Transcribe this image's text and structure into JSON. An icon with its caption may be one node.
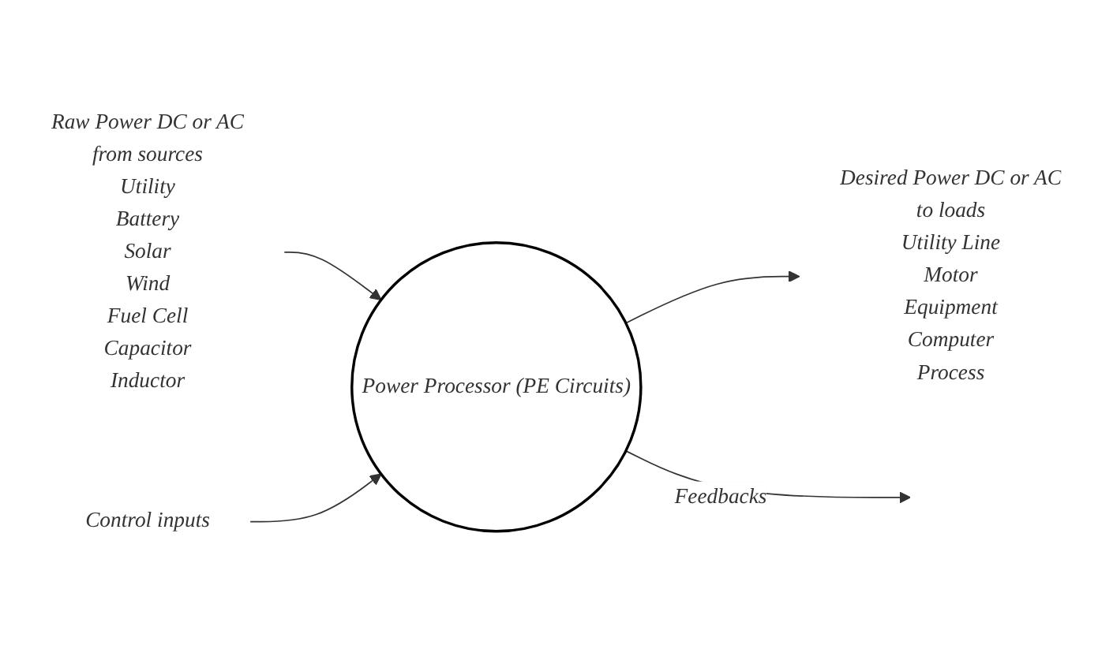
{
  "diagram": {
    "nodes": [
      {
        "text": [
          "Power Processor (PE Circuits)"
        ]
      },
      {
        "text": [
          "Raw Power DC or AC",
          "from sources",
          "Utility",
          "Battery",
          "Solar",
          "Wind",
          "Fuel Cell",
          "Capacitor",
          "Inductor"
        ]
      },
      {
        "text": [
          "Desired Power DC or AC",
          "to loads",
          "Utility Line",
          "Motor",
          "Equipment",
          "Computer",
          "Process"
        ]
      },
      {
        "text": [
          "Control inputs"
        ]
      }
    ],
    "edges": [
      {
        "from": 1,
        "to": 0,
        "arrow": "to"
      },
      {
        "from": 0,
        "to": 2,
        "arrow": "to"
      },
      {
        "from": 3,
        "to": 0,
        "arrow": "to"
      },
      {
        "from": 0,
        "to": null,
        "arrow": "to",
        "label": "Feedbacks"
      }
    ]
  }
}
